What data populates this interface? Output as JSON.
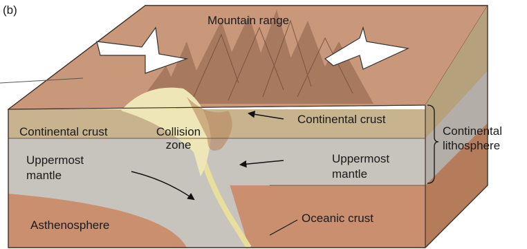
{
  "panel_label": "(b)",
  "labels": {
    "mountain_range": "Mountain range",
    "continental_crust_left": "Continental crust",
    "continental_crust_right": "Continental crust",
    "collision_zone_line1": "Collision",
    "collision_zone_line2": "zone",
    "continental_lithosphere_line1": "Continental",
    "continental_lithosphere_line2": "lithosphere",
    "uppermost_mantle_left_line1": "Uppermost",
    "uppermost_mantle_left_line2": "mantle",
    "uppermost_mantle_right_line1": "Uppermost",
    "uppermost_mantle_right_line2": "mantle",
    "asthenosphere": "Asthenosphere",
    "oceanic_crust": "Oceanic crust"
  },
  "colors": {
    "surface": "#c9987a",
    "mountain_shade": "#9c6f57",
    "crust": "#c7b48e",
    "crust_side": "#b5a27c",
    "mantle": "#c7c3bd",
    "mantle_side": "#b3aea7",
    "asthenosphere": "#c98f6e",
    "asthenosphere_side": "#b57c5c",
    "collision_zone": "#efe6b8",
    "arrow_fill": "#ffffff"
  }
}
